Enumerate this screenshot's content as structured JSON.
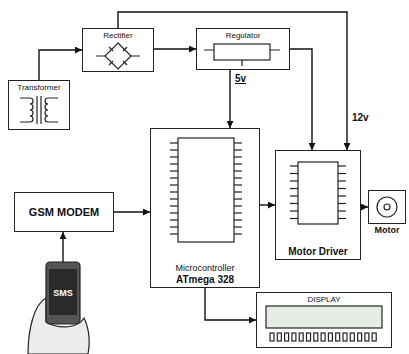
{
  "diagram": {
    "nodes": [
      {
        "text": [
          "Transformer"
        ]
      },
      {
        "text": [
          "Rectifier"
        ]
      },
      {
        "text": [
          "Regulator"
        ]
      },
      {
        "text": [
          "GSM MODEM"
        ]
      },
      {
        "text": [
          "Microcontroller",
          "ATmega 328"
        ]
      },
      {
        "text": [
          "Motor Driver"
        ]
      },
      {
        "text": [
          "Motor"
        ]
      },
      {
        "text": [
          "SMS"
        ]
      },
      {
        "text": [
          "DISPLAY"
        ]
      }
    ],
    "edges": [
      {
        "from": 0,
        "to": 1,
        "arrow": "to"
      },
      {
        "from": 1,
        "to": 2,
        "arrow": "to"
      },
      {
        "from": 1,
        "to": 5,
        "arrow": "to"
      },
      {
        "from": 2,
        "to": 4,
        "arrow": "to"
      },
      {
        "from": 2,
        "to": 5,
        "arrow": "to"
      },
      {
        "from": 7,
        "to": 3,
        "arrow": "to"
      },
      {
        "from": 3,
        "to": 4,
        "arrow": "to"
      },
      {
        "from": 4,
        "to": 5,
        "arrow": "to"
      },
      {
        "from": 5,
        "to": 6,
        "arrow": "to"
      },
      {
        "from": 4,
        "to": 8,
        "arrow": "to"
      }
    ],
    "labels": [
      "5v",
      "12v"
    ]
  }
}
